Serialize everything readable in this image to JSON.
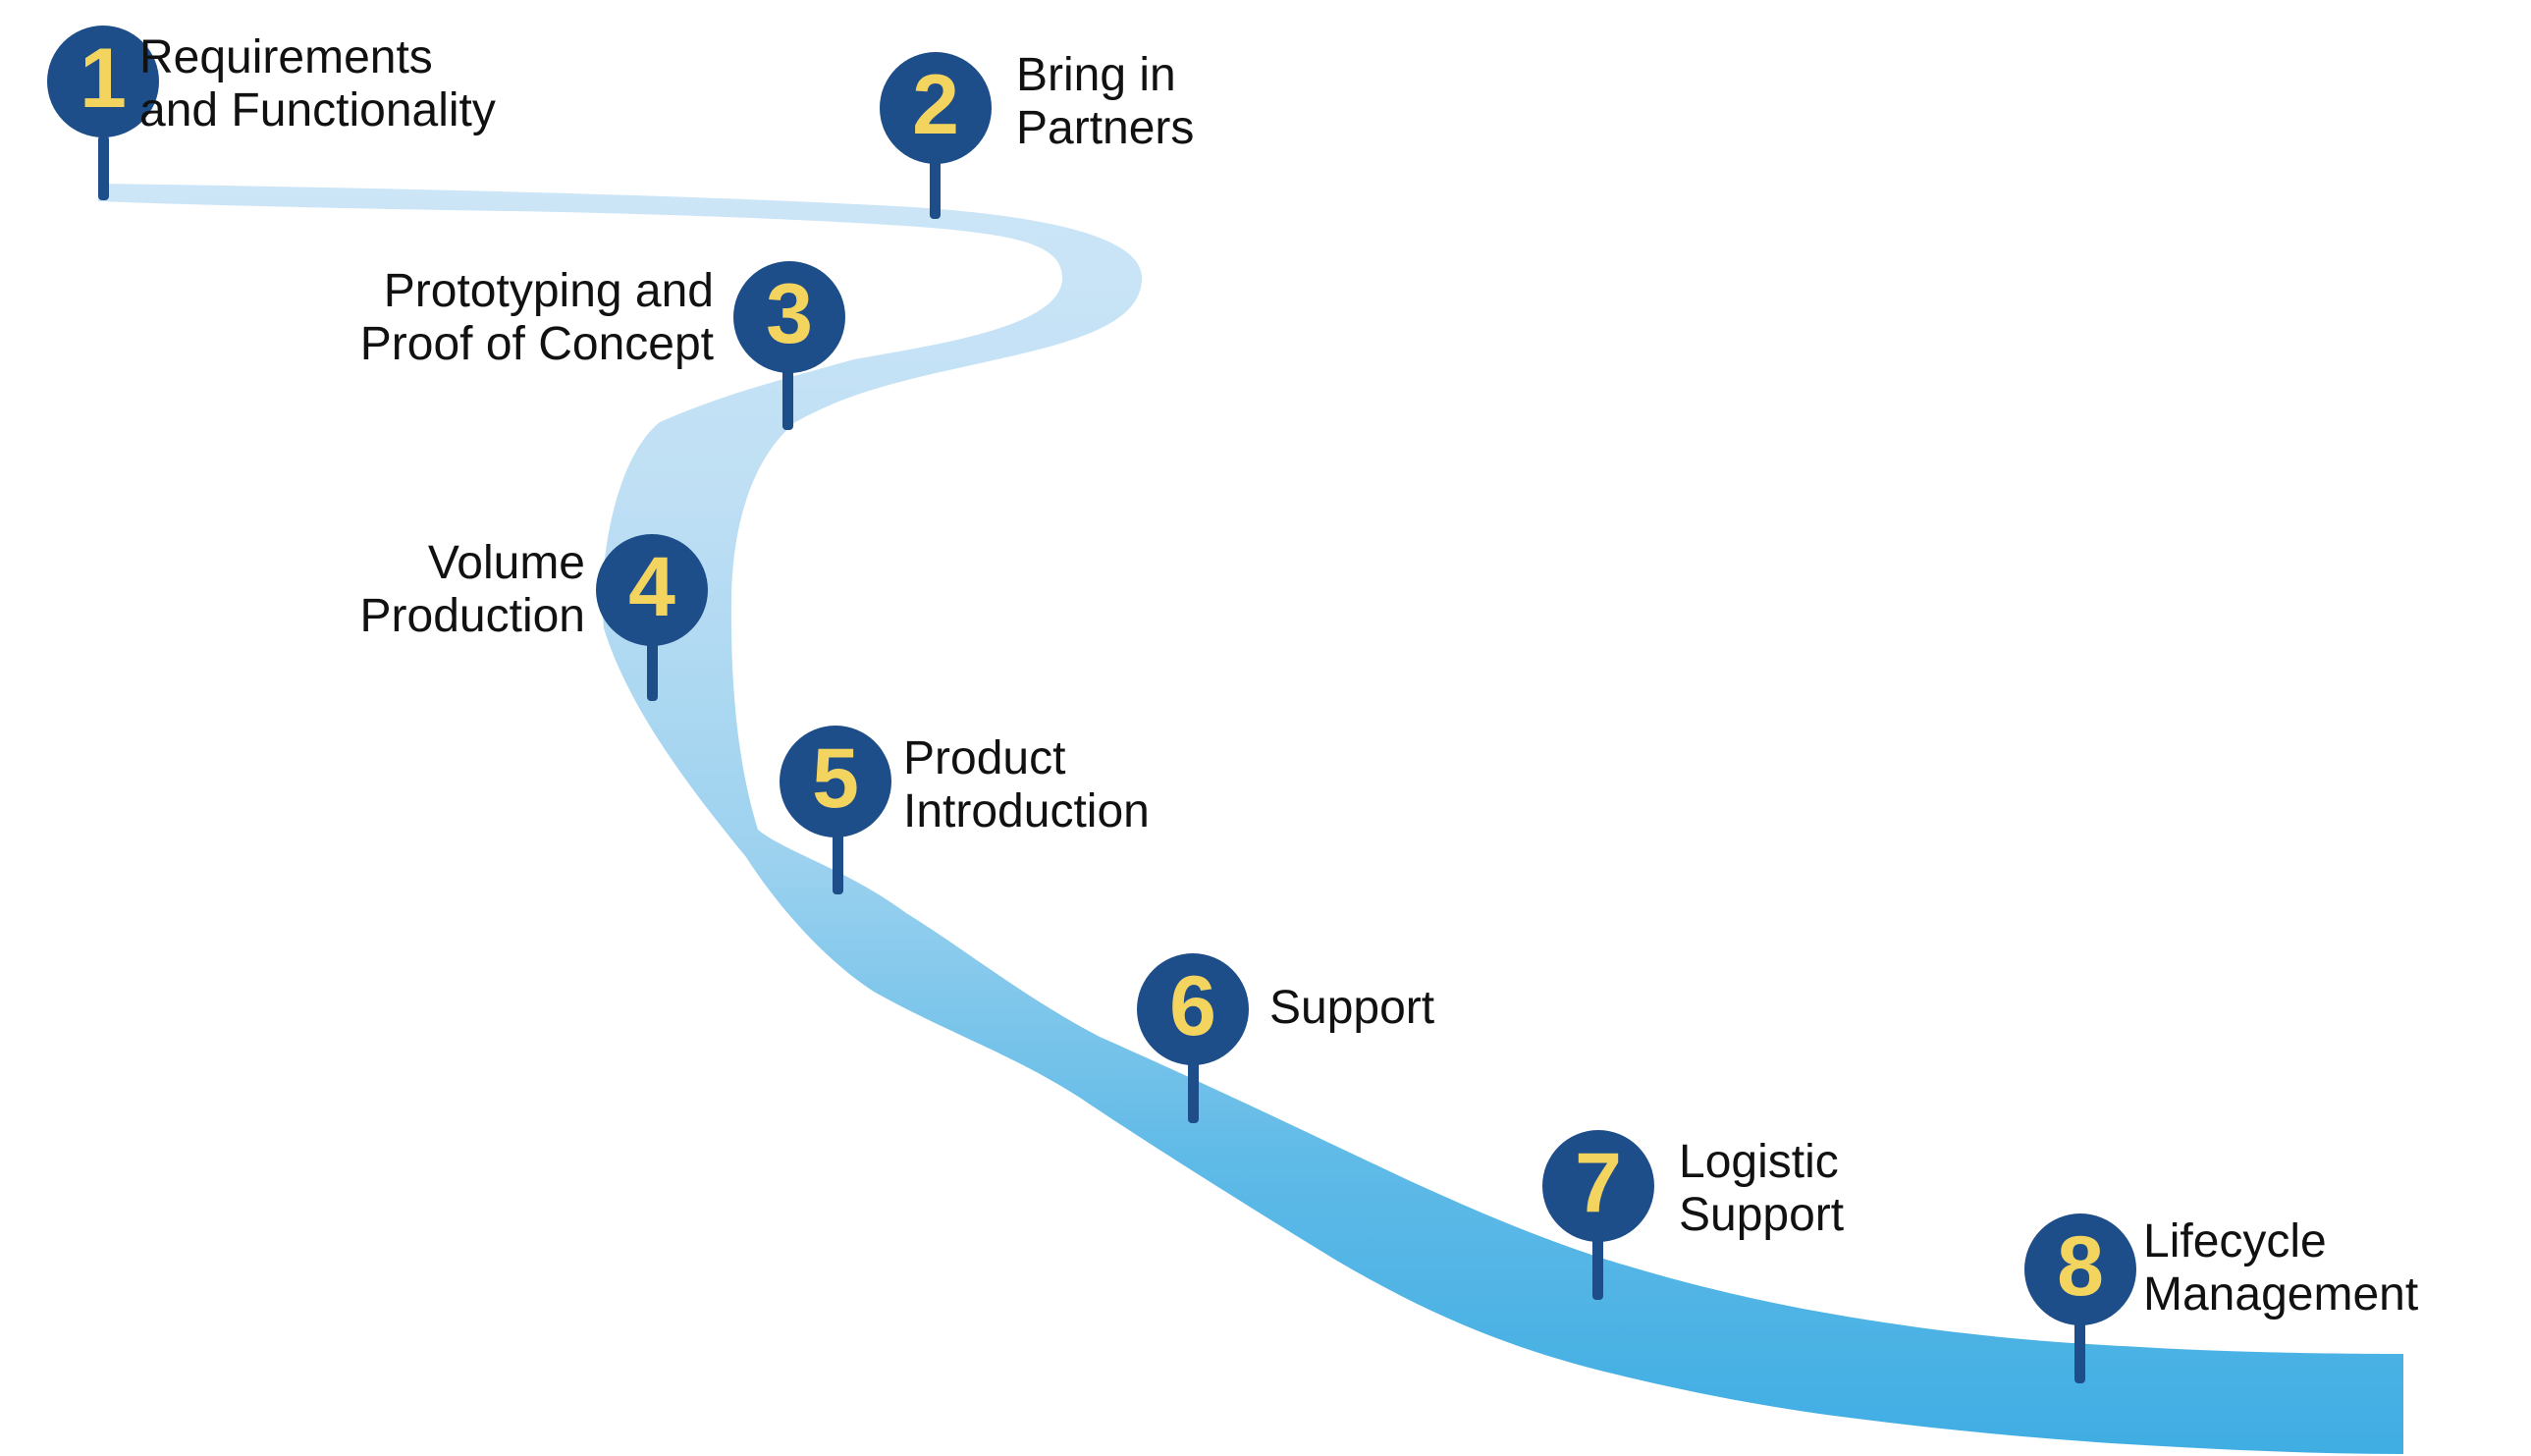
{
  "diagram": {
    "type": "product-lifecycle-roadmap",
    "milestones": [
      {
        "num": "1",
        "label": "Requirements\nand Functionality"
      },
      {
        "num": "2",
        "label": "Bring in\nPartners"
      },
      {
        "num": "3",
        "label": "Prototyping and\nProof of Concept"
      },
      {
        "num": "4",
        "label": "Volume\nProduction"
      },
      {
        "num": "5",
        "label": "Product\nIntroduction"
      },
      {
        "num": "6",
        "label": "Support"
      },
      {
        "num": "7",
        "label": "Logistic\nSupport"
      },
      {
        "num": "8",
        "label": "Lifecycle\nManagement"
      }
    ],
    "colors": {
      "node_circle": "#1d4e89",
      "node_number": "#f3d45f",
      "label_text": "#111111",
      "path_gradient_start": "#cde6f7",
      "path_gradient_mid": "#9dd2ef",
      "path_gradient_end": "#3fade3"
    }
  }
}
